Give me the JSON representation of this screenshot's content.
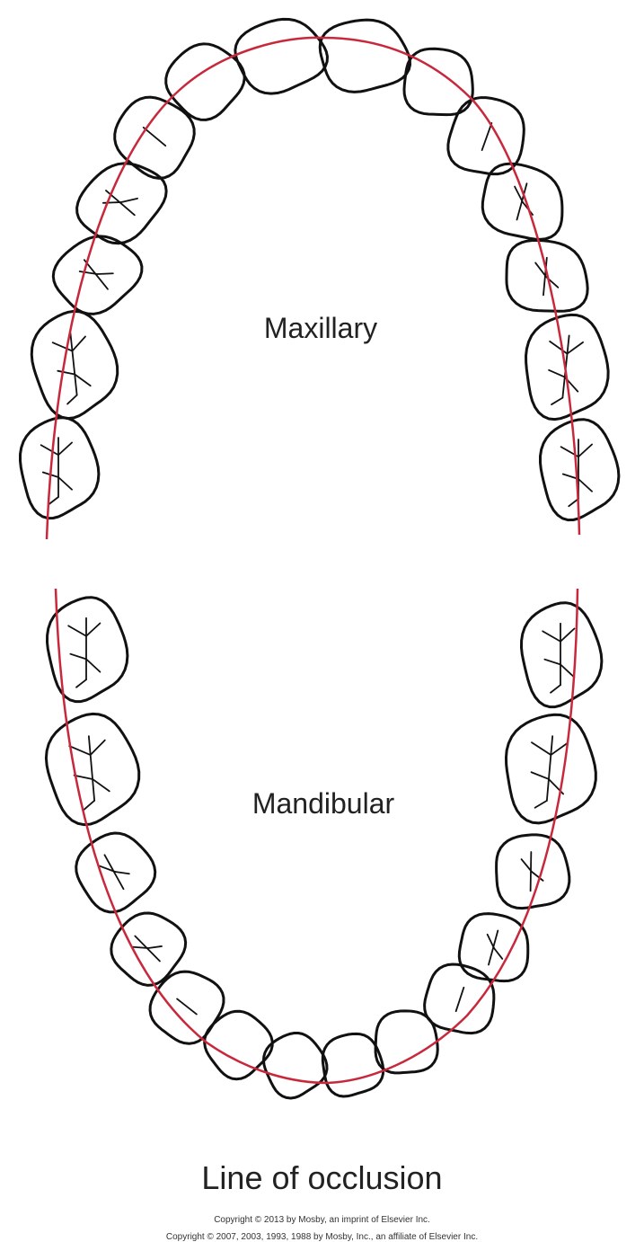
{
  "labels": {
    "upper_arch": "Maxillary",
    "lower_arch": "Mandibular"
  },
  "caption": {
    "title": "Line of occlusion",
    "copyright_line_1": "Copyright © 2013 by Mosby, an imprint of Elsevier Inc.",
    "copyright_line_2": "Copyright © 2007, 2003, 1993, 1988 by Mosby, Inc., an affiliate of Elsevier Inc."
  },
  "colors": {
    "tooth_outline": "#111111",
    "occlusion_line": "#c8283c",
    "background": "#ffffff"
  }
}
